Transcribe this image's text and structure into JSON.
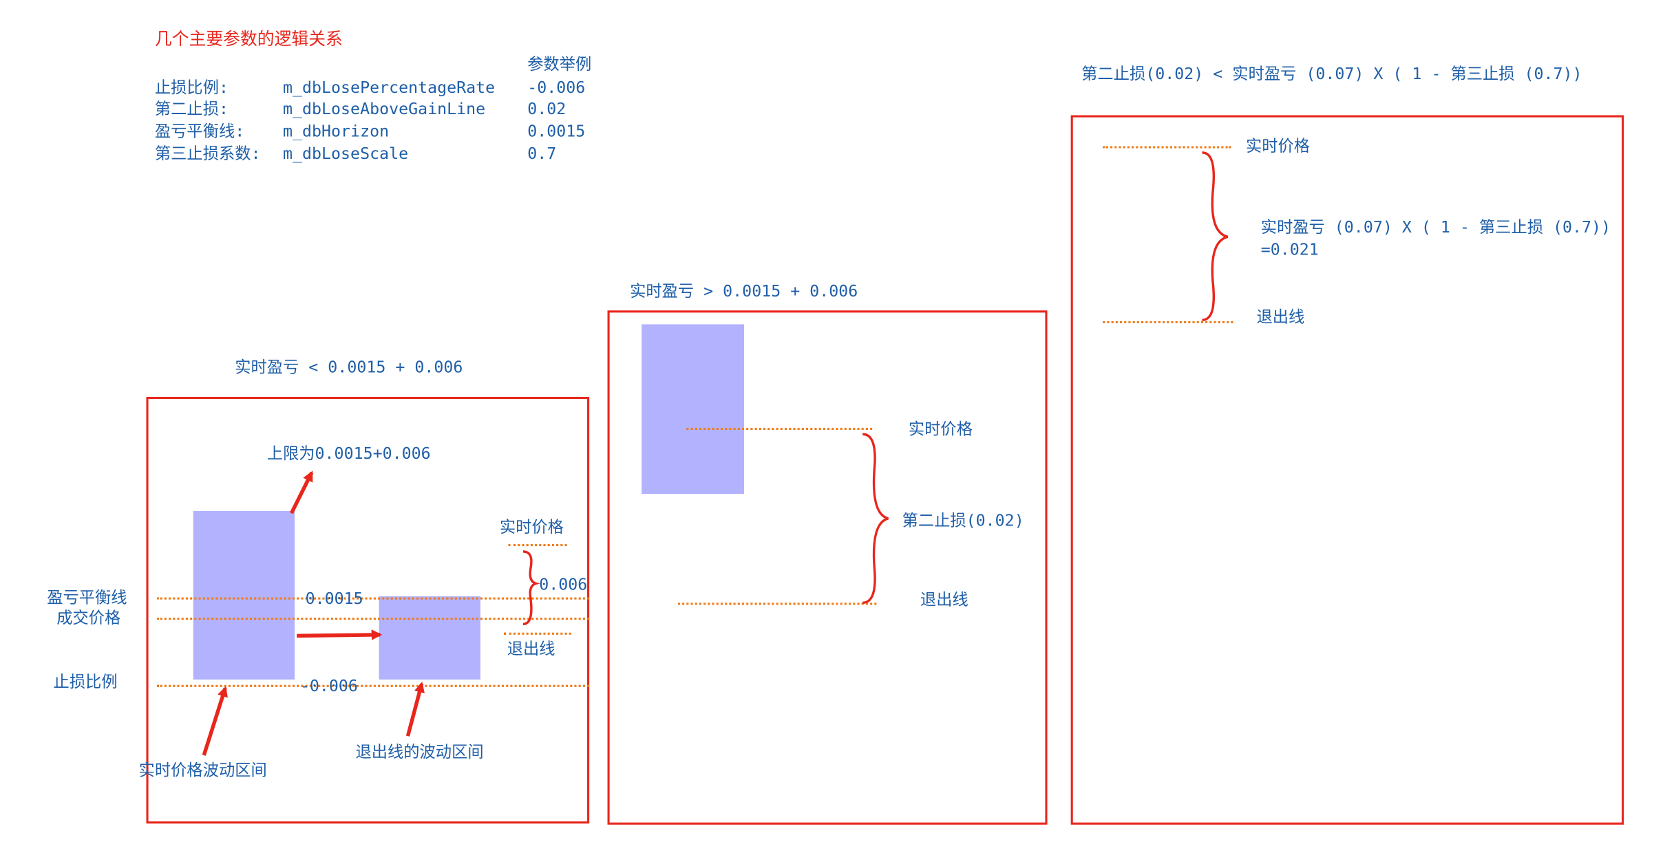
{
  "header": {
    "title": "几个主要参数的逻辑关系",
    "example_header": "参数举例",
    "params": [
      {
        "label": "止损比例:",
        "var": "m_dbLosePercentageRate",
        "example": "-0.006"
      },
      {
        "label": "第二止损:",
        "var": "m_dbLoseAboveGainLine",
        "example": "0.02"
      },
      {
        "label": "盈亏平衡线:",
        "var": "m_dbHorizon",
        "example": "0.0015"
      },
      {
        "label": "第三止损系数:",
        "var": "m_dbLoseScale",
        "example": "0.7"
      }
    ]
  },
  "panel1": {
    "caption": "实时盈亏 < 0.0015 + 0.006",
    "upper_limit": "上限为0.0015+0.006",
    "realtime_price": "实时价格",
    "gap_value": "0.006",
    "breakeven_label": "盈亏平衡线",
    "deal_price_label": "成交价格",
    "breakeven_value": "0.0015",
    "exit_line": "退出线",
    "stop_loss_label": "止损比例",
    "stop_loss_value": "-0.006",
    "realtime_range": "实时价格波动区间",
    "exit_range": "退出线的波动区间"
  },
  "panel2": {
    "caption": "实时盈亏 > 0.0015 + 0.006",
    "realtime_price": "实时价格",
    "second_stop": "第二止损(0.02)",
    "exit_line": "退出线"
  },
  "panel3": {
    "caption": "第二止损(0.02) < 实时盈亏 (0.07) X ( 1 - 第三止损 (0.7))",
    "realtime_price": "实时价格",
    "formula_line1": "实时盈亏 (0.07) X ( 1 - 第三止损 (0.7))",
    "formula_line2": "=0.021",
    "exit_line": "退出线"
  },
  "colors": {
    "border": "#e8261c",
    "text": "#1f5fa8",
    "bar": "#b2b2ff",
    "dotted": "#f07b16",
    "arrow": "#e8261c"
  }
}
